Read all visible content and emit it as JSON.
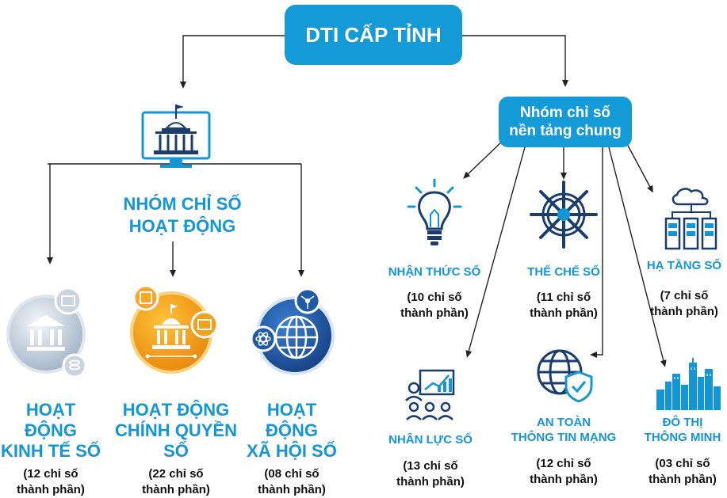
{
  "root": {
    "label": "DTI CẤP TỈNH"
  },
  "left_group": {
    "title_lines": [
      "NHÓM CHỈ SỐ",
      "HOẠT ĐỘNG"
    ]
  },
  "right_group": {
    "label_lines": [
      "Nhóm chỉ số",
      "nền tảng chung"
    ]
  },
  "activity_nodes": [
    {
      "title_lines": [
        "HOẠT ĐỘNG",
        "KINH TẾ SỐ"
      ],
      "count_lines": [
        "(12 chỉ số",
        "thành phần)"
      ],
      "icon": "bank-icon"
    },
    {
      "title_lines": [
        "HOẠT ĐỘNG",
        "CHÍNH QUYỀN SỐ"
      ],
      "count_lines": [
        "(22 chỉ số",
        "thành phần)"
      ],
      "icon": "government-building-icon"
    },
    {
      "title_lines": [
        "HOẠT ĐỘNG",
        "XÃ HỘI SỐ"
      ],
      "count_lines": [
        "(08 chỉ số",
        "thành phần)"
      ],
      "icon": "globe-network-icon"
    }
  ],
  "foundation_nodes": [
    {
      "title_lines": [
        "NHẬN THỨC SỐ"
      ],
      "count_lines": [
        "(10 chỉ số",
        "thành phần)"
      ],
      "icon": "lightbulb-icon"
    },
    {
      "title_lines": [
        "THỂ CHẾ SỐ"
      ],
      "count_lines": [
        "(11 chỉ số",
        "thành phần)"
      ],
      "icon": "ship-wheel-icon"
    },
    {
      "title_lines": [
        "HẠ TẦNG SỐ"
      ],
      "count_lines": [
        "(7 chỉ số",
        "thành phần)"
      ],
      "icon": "cloud-server-icon"
    },
    {
      "title_lines": [
        "NHÂN LỰC SỐ"
      ],
      "count_lines": [
        "(13 chỉ số",
        "thành phần)"
      ],
      "icon": "team-chart-icon"
    },
    {
      "title_lines": [
        "AN TOÀN",
        "THÔNG TIN MẠNG"
      ],
      "count_lines": [
        "(12 chỉ số",
        "thành phần)"
      ],
      "icon": "globe-shield-icon"
    },
    {
      "title_lines": [
        "ĐÔ THỊ",
        "THÔNG MINH"
      ],
      "count_lines": [
        "(03 chỉ số",
        "thành phần)"
      ],
      "icon": "city-skyline-icon"
    }
  ],
  "colors": {
    "primary": "#159ad8",
    "orange": "#f49b13",
    "navy": "#1a4e9a",
    "silver": "#b8c6d6"
  }
}
